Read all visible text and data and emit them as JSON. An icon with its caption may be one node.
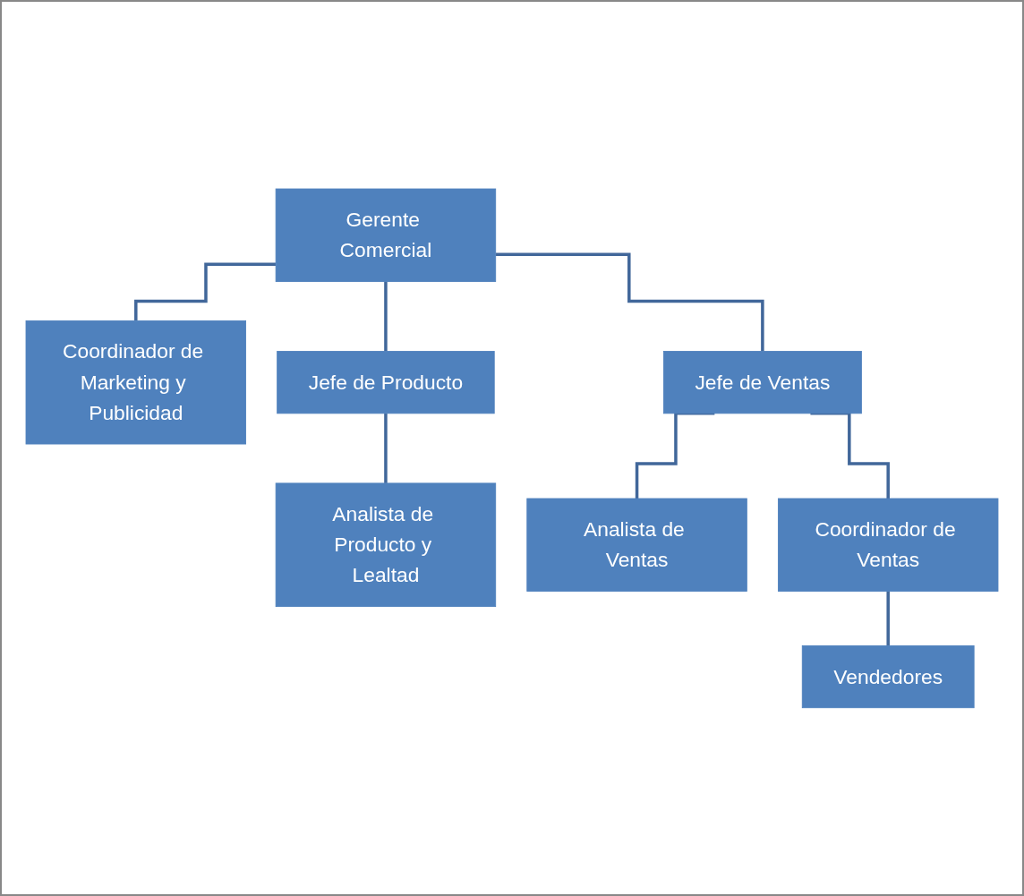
{
  "diagram": {
    "nodes": [
      {
        "text": [
          "Gerente Comercial"
        ]
      },
      {
        "text": [
          "Coordinador de Marketing y Publicidad"
        ]
      },
      {
        "text": [
          "Jefe de Producto"
        ]
      },
      {
        "text": [
          "Jefe de Ventas"
        ]
      },
      {
        "text": [
          "Analista de Producto y Lealtad"
        ]
      },
      {
        "text": [
          "Analista de Ventas"
        ]
      },
      {
        "text": [
          "Coordinador de Ventas"
        ]
      },
      {
        "text": [
          "Vendedores"
        ]
      }
    ],
    "edges": [
      {
        "from": 0,
        "to": 1,
        "arrow": "none"
      },
      {
        "from": 0,
        "to": 2,
        "arrow": "none"
      },
      {
        "from": 0,
        "to": 3,
        "arrow": "none"
      },
      {
        "from": 2,
        "to": 4,
        "arrow": "none"
      },
      {
        "from": 3,
        "to": 5,
        "arrow": "none"
      },
      {
        "from": 3,
        "to": 6,
        "arrow": "none"
      },
      {
        "from": 6,
        "to": 7,
        "arrow": "none"
      }
    ]
  }
}
